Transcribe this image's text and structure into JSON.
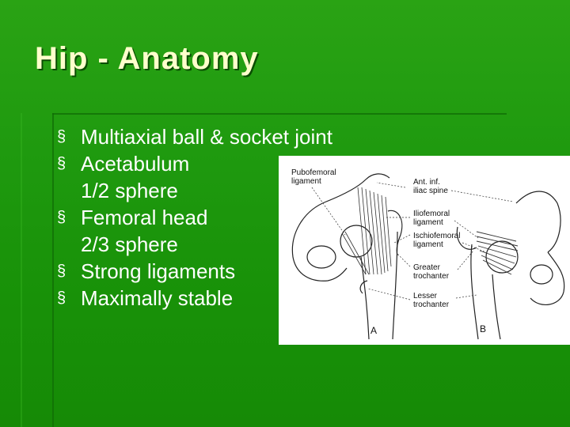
{
  "slide": {
    "title": "Hip - Anatomy",
    "bullets": [
      {
        "text": "Multiaxial ball & socket joint",
        "sub": ""
      },
      {
        "text": "Acetabulum",
        "sub": "1/2 sphere"
      },
      {
        "text": "Femoral head",
        "sub": "2/3 sphere"
      },
      {
        "text": "Strong ligaments",
        "sub": ""
      },
      {
        "text": "Maximally stable",
        "sub": ""
      }
    ],
    "bullet_marker": "§"
  },
  "figure": {
    "labels": {
      "pubofemoral": [
        "Pubofemoral",
        "ligament"
      ],
      "ant_inf": [
        "Ant. inf.",
        "iliac spine"
      ],
      "iliofemoral": [
        "Iliofemoral",
        "ligament"
      ],
      "ischiofemoral": [
        "Ischiofemoral",
        "ligament"
      ],
      "greater": [
        "Greater",
        "trochanter"
      ],
      "lesser": [
        "Lesser",
        "trochanter"
      ],
      "panel_a": "A",
      "panel_b": "B"
    }
  },
  "colors": {
    "background": "#1f9a0f",
    "title": "#ffffcc",
    "text": "#ffffff"
  }
}
